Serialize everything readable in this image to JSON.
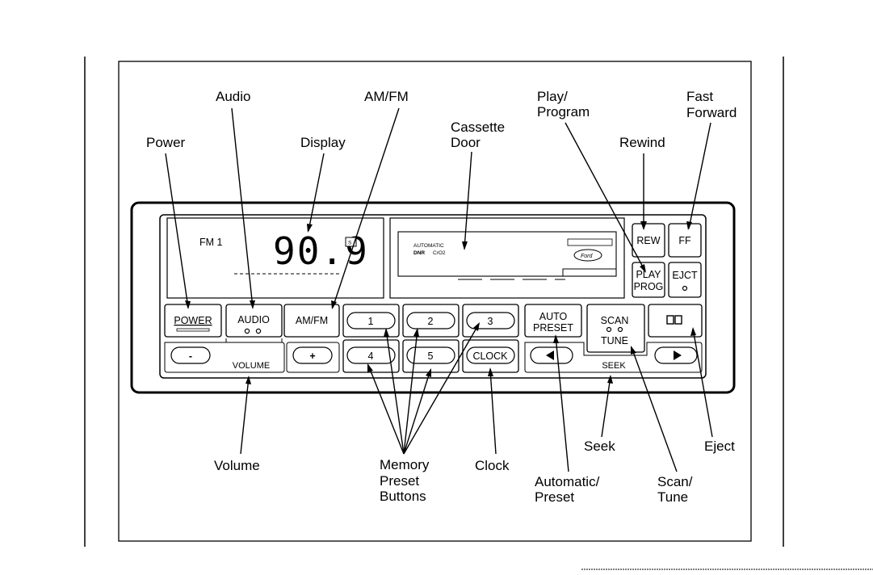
{
  "callouts": {
    "audio": "Audio",
    "am_fm": "AM/FM",
    "play_program": [
      "Play/",
      "Program"
    ],
    "fast_forward": [
      "Fast",
      "Forward"
    ],
    "cassette_door": [
      "Cassette",
      "Door"
    ],
    "power": "Power",
    "display": "Display",
    "rewind": "Rewind",
    "volume": "Volume",
    "memory_preset_buttons": [
      "Memory",
      "Preset",
      "Buttons"
    ],
    "clock": "Clock",
    "seek": "Seek",
    "eject": "Eject",
    "automatic_preset": [
      "Automatic/",
      "Preset"
    ],
    "scan_tune": [
      "Scan/",
      "Tune"
    ]
  },
  "radio": {
    "display": {
      "band": "FM 1",
      "frequency": "90.9",
      "stereo_indicator": "S"
    },
    "cassette": {
      "label_automatic": "AUTOMATIC",
      "label_dnr": "DNR",
      "label_crо2": "CrO2",
      "brand_logo": "Ford"
    },
    "buttons": {
      "power": "POWER",
      "audio": "AUDIO",
      "am_fm": "AM/FM",
      "preset_1": "1",
      "preset_2": "2",
      "preset_3": "3",
      "preset_4": "4",
      "preset_5": "5",
      "clock": "CLOCK",
      "auto_preset": [
        "AUTO",
        "PRESET"
      ],
      "scan": "SCAN",
      "tune": "TUNE",
      "rew": "REW",
      "ff": "FF",
      "play_prog": [
        "PLAY",
        "PROG"
      ],
      "eject": "EJCT",
      "volume_down": "-",
      "volume_up": "+",
      "volume_label": "VOLUME",
      "seek_label": "SEEK",
      "seek_back_icon": "left-triangle",
      "seek_fwd_icon": "right-triangle",
      "dolby_icon": "dolby-double-d"
    }
  }
}
